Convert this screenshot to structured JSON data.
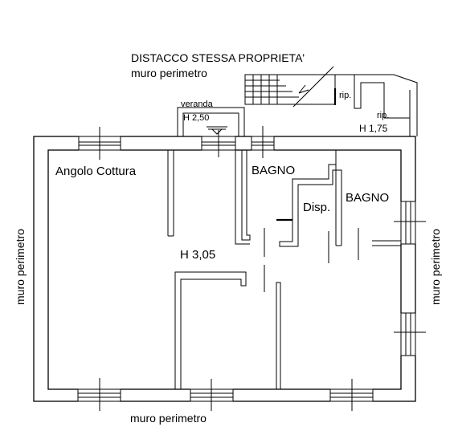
{
  "labels": {
    "header_title": "DISTACCO STESSA PROPRIETA'",
    "header_subtitle": "muro perimetro",
    "veranda": "veranda",
    "veranda_height": "H 2,50",
    "rip_left": "rip.",
    "rip_right": "rip.",
    "rip_height": "H 1,75",
    "kitchen": "Angolo Cottura",
    "bathroom_1": "BAGNO",
    "bathroom_2": "BAGNO",
    "storage": "Disp.",
    "ceiling_height": "H 3,05",
    "wall_left": "muro perimetro",
    "wall_right": "muro perimetro",
    "wall_bottom": "muro perimetro"
  },
  "colors": {
    "line": "#000000",
    "background": "#ffffff"
  }
}
